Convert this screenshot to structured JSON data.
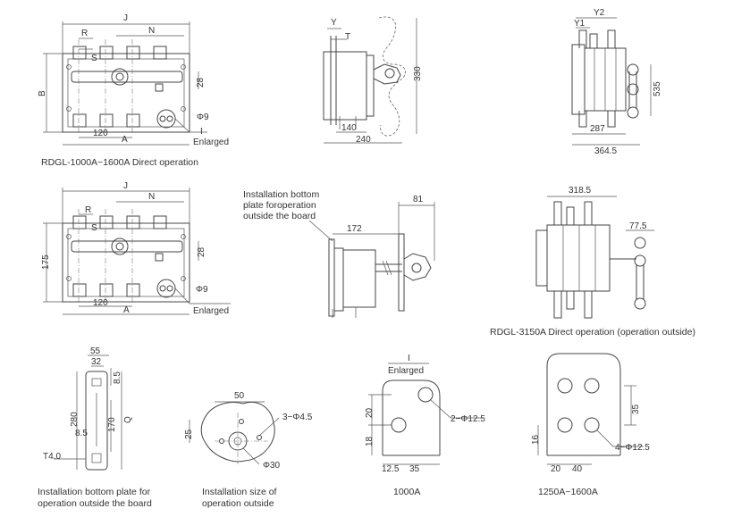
{
  "dims": {
    "J": "J",
    "N": "N",
    "R": "R",
    "S": "S",
    "A": "A",
    "B": "B",
    "d120": "120",
    "d28": "28",
    "phi9": "Φ9",
    "I": "I",
    "enlarged": "Enlarged",
    "Y": "Y",
    "T": "T",
    "d330": "330",
    "d140": "140",
    "d240": "240",
    "Y2": "Y2",
    "Y1": "Y1",
    "d535": "535",
    "d287": "287",
    "d364_5": "364.5",
    "d175": "175",
    "d172": "172",
    "d81": "81",
    "d318_5": "318.5",
    "d77_5": "77.5",
    "d55": "55",
    "d32": "32",
    "d8_5": "8.5",
    "d280": "280",
    "d170": "170",
    "Q": "Q",
    "T4_0": "T4.0",
    "d50": "50",
    "d25": "25",
    "n3phi4_5": "3−Φ4.5",
    "phi30": "Φ30",
    "d20": "20",
    "d18": "18",
    "d12_5": "12.5",
    "d35": "35",
    "n2phi12_5": "2−Φ12.5",
    "d16": "16",
    "d40": "40",
    "n4phi12_5": "4−Φ12.5"
  },
  "captions": {
    "direct_1000": "RDGL-1000A~1600A Direct operation",
    "install_bottom_1": "Installation bottom",
    "install_bottom_2": "plate foroperation",
    "install_bottom_3": "outside the board",
    "direct_3150": "RDGL-3150A Direct operation (operation outside)",
    "bottom_plate_1": "Installation bottom plate for",
    "bottom_plate_2": "operation outside the board",
    "install_size_1": "Installation size of",
    "install_size_2": "operation outside",
    "terminal_1000": "1000A",
    "terminal_1250": "1250A~1600A"
  }
}
